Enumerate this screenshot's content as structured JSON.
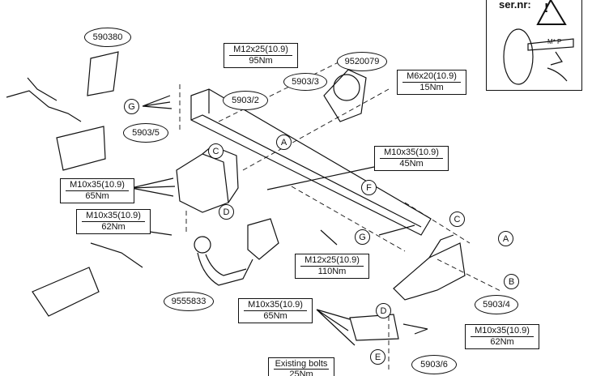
{
  "header": {
    "serial_label": "ser.nr:",
    "plate_marks": "M* P"
  },
  "part_labels": {
    "p590380": "590380",
    "p5903_2": "5903/2",
    "p5903_3": "5903/3",
    "p9520079": "9520079",
    "p5903_5": "5903/5",
    "p9555833": "9555833",
    "p5903_4": "5903/4",
    "p5903_6": "5903/6"
  },
  "torque_specs": {
    "t1": {
      "bolt": "M12x25(10.9)",
      "torque": "95Nm"
    },
    "t2": {
      "bolt": "M6x20(10.9)",
      "torque": "15Nm"
    },
    "t3": {
      "bolt": "M10x35(10.9)",
      "torque": "45Nm"
    },
    "t4": {
      "bolt": "M10x35(10.9)",
      "torque": "65Nm"
    },
    "t5": {
      "bolt": "M10x35(10.9)",
      "torque": "62Nm"
    },
    "t6": {
      "bolt": "M12x25(10.9)",
      "torque": "110Nm"
    },
    "t7": {
      "bolt": "M10x35(10.9)",
      "torque": "65Nm"
    },
    "t8": {
      "bolt": "M10x35(10.9)",
      "torque": "62Nm"
    }
  },
  "existing": {
    "bolts": "Existing bolts",
    "torque": "25Nm"
  },
  "callouts": [
    "G",
    "A",
    "C",
    "D",
    "F",
    "G",
    "C",
    "A",
    "B",
    "D",
    "E"
  ]
}
